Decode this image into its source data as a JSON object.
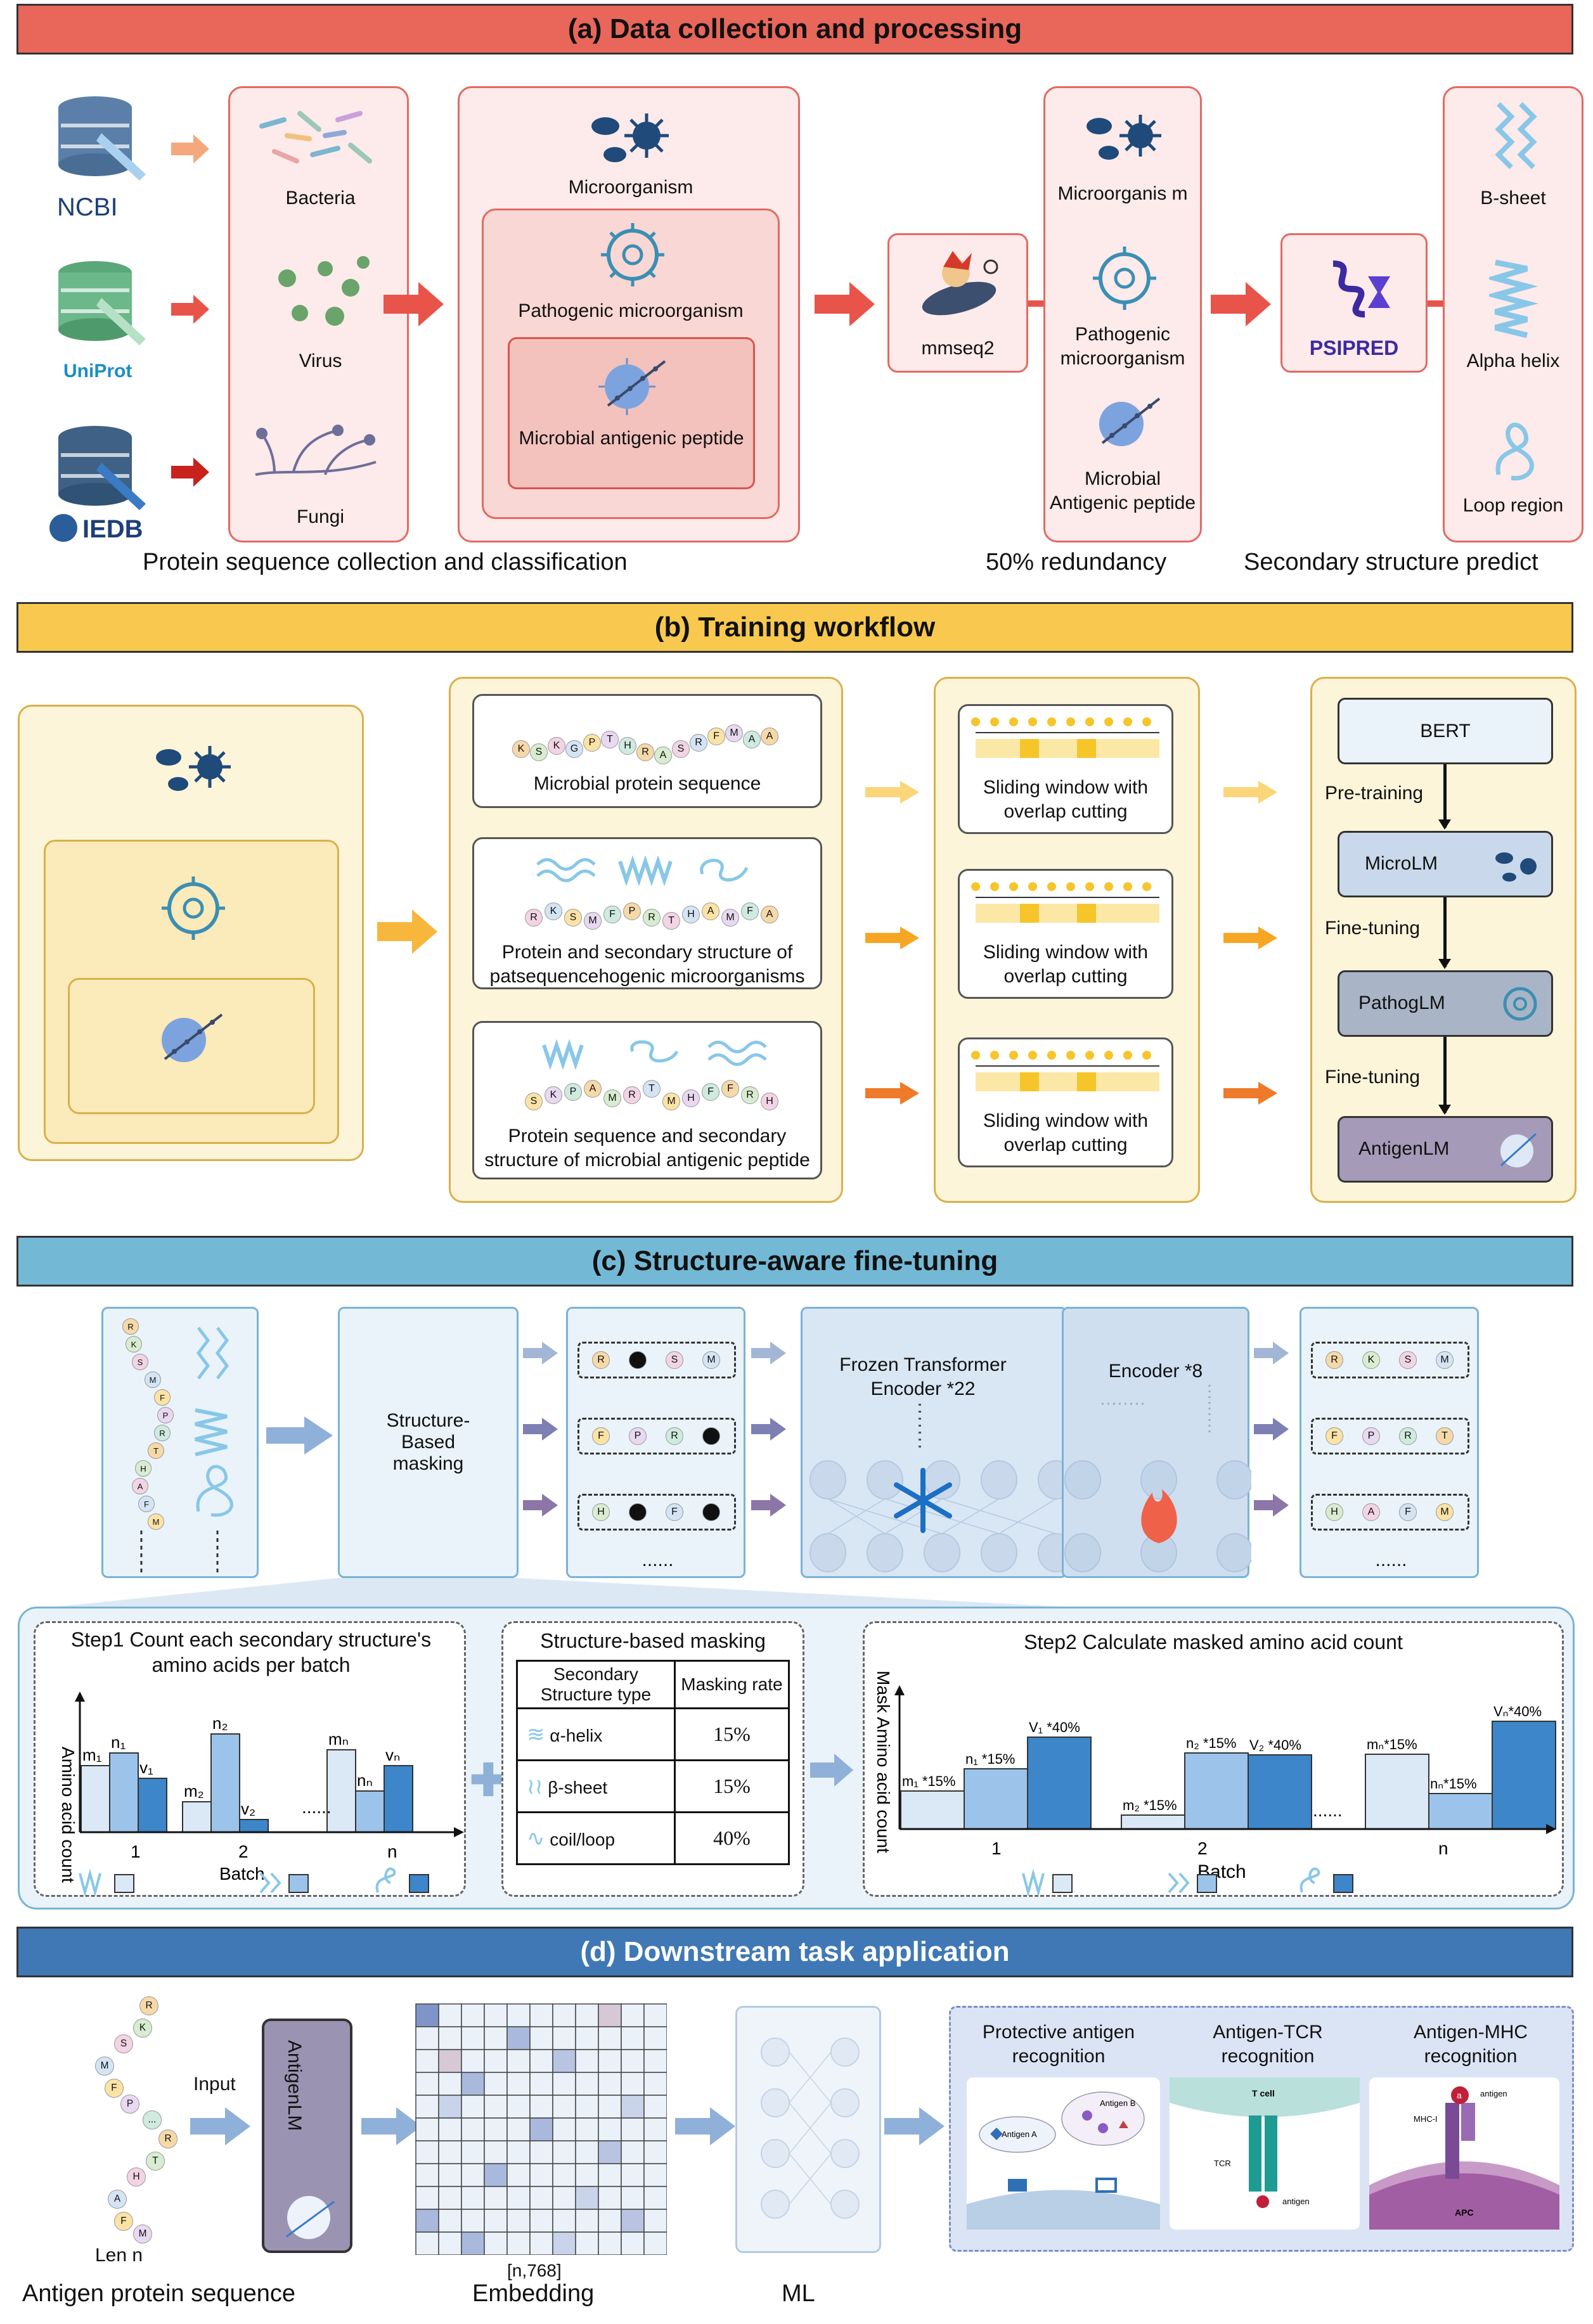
{
  "panel_a": {
    "title": "(a) Data collection and processing",
    "databases": [
      "NCBI",
      "UniProt",
      "IEDB"
    ],
    "sources": [
      "Bacteria",
      "Virus",
      "Fungi"
    ],
    "hierarchy": [
      "Microorganism",
      "Pathogenic microorganism",
      "Microbial antigenic peptide"
    ],
    "tool": "mmseq2",
    "redundant": [
      "Microorganis m",
      "Pathogenic microorganism",
      "Microbial Antigenic peptide"
    ],
    "psipred": "PSIPRED",
    "structures": [
      "B-sheet",
      "Alpha helix",
      "Loop region"
    ],
    "caption_collect": "Protein sequence collection and classification",
    "caption_redundancy": "50% redundancy",
    "caption_ss": "Secondary structure predict"
  },
  "panel_b": {
    "title": "(b) Training workflow",
    "seq_boxes": [
      "Microbial protein sequence",
      "Protein and secondary structure of patsequencehogenic microorganisms",
      "Protein sequence and secondary structure of microbial antigenic peptide"
    ],
    "seq1_letters": [
      "K",
      "S",
      "K",
      "G",
      "P",
      "T",
      "H",
      "R",
      "A",
      "S",
      "R",
      "F",
      "M",
      "A",
      "A"
    ],
    "seq2_letters": [
      "R",
      "K",
      "S",
      "M",
      "F",
      "P",
      "R",
      "T",
      "H",
      "A",
      "M",
      "F",
      "A"
    ],
    "seq3_letters": [
      "S",
      "K",
      "P",
      "A",
      "M",
      "R",
      "T",
      "M",
      "H",
      "F",
      "F",
      "R",
      "H"
    ],
    "window_label": "Sliding window with overlap cutting",
    "models": [
      "BERT",
      "MicroLM",
      "PathogLM",
      "AntigenLM"
    ],
    "steps": [
      "Pre-training",
      "Fine-tuning",
      "Fine-tuning"
    ]
  },
  "panel_c": {
    "title": "(c) Structure-aware fine-tuning",
    "left_seq": [
      "R",
      "K",
      "S",
      "M",
      "F",
      "P",
      "R",
      "T",
      "H",
      "A",
      "F",
      "M"
    ],
    "masking_label": "Structure-Based masking",
    "masked_rows": [
      [
        "R",
        "●",
        "S",
        "M"
      ],
      [
        "F",
        "P",
        "R",
        "●"
      ],
      [
        "H",
        "●",
        "F",
        "●"
      ]
    ],
    "ellipsis": "......",
    "frozen_label": "Frozen Transformer Encoder *22",
    "encoder_label": "Encoder *8",
    "output_rows": [
      [
        "R",
        "K",
        "S",
        "M"
      ],
      [
        "F",
        "P",
        "R",
        "T"
      ],
      [
        "H",
        "A",
        "F",
        "M"
      ]
    ],
    "step1_title": "Step1 Count each secondary structure's amino acids per batch",
    "step1_ylabel": "Amino acid count",
    "step1_xlabel": "Batch",
    "step1_labels": [
      "m₁",
      "n₁",
      "v₁",
      "m₂",
      "n₂",
      "v₂",
      "mₙ",
      "nₙ",
      "vₙ"
    ],
    "batch_ticks": [
      "1",
      "2",
      "n"
    ],
    "dots": "......",
    "table_title": "Structure-based masking",
    "table_headers": [
      "Secondary Structure type",
      "Masking rate"
    ],
    "table_rows": [
      {
        "type": "α-helix",
        "rate": "15%"
      },
      {
        "type": "β-sheet",
        "rate": "15%"
      },
      {
        "type": "coil/loop",
        "rate": "40%"
      }
    ],
    "step2_title": "Step2 Calculate masked amino acid count",
    "step2_ylabel": "Mask Amino acid count",
    "step2_labels": [
      "m₁ *15%",
      "n₁ *15%",
      "V₁ *40%",
      "m₂ *15%",
      "n₂ *15%",
      "V₂ *40%",
      "mₙ*15%",
      "nₙ*15%",
      "Vₙ*40%"
    ]
  },
  "panel_d": {
    "title": "(d) Downstream task application",
    "seq_letters": [
      "R",
      "K",
      "S",
      "M",
      "F",
      "P",
      "...",
      "R",
      "T",
      "H",
      "A",
      "F",
      "M"
    ],
    "len_label": "Len n",
    "input_label": "Input",
    "model_label": "AntigenLM",
    "dim_label": "[n,768]",
    "captions": [
      "Antigen protein sequence",
      "Embedding",
      "ML"
    ],
    "tasks": [
      "Protective antigen recognition",
      "Antigen-TCR recognition",
      "Antigen-MHC recognition"
    ],
    "mini_labels": {
      "antigen_a": "Antigen A",
      "antigen_b": "Antigen B",
      "tcell": "T cell",
      "tcr": "TCR",
      "antigen": "antigen",
      "mhc": "MHC-I",
      "apc": "APC",
      "a": "a"
    }
  },
  "colors": {
    "header_a": "#e8665a",
    "header_b": "#f8c94e",
    "header_c": "#73b9d6",
    "header_d": "#3f78b5",
    "arrow_red": "#e8544a",
    "arrow_yellow": "#f6b73c",
    "arrow_blue": "#8fb0d8",
    "bar_light": "#dbe9f7",
    "bar_mid": "#9cc4ea",
    "bar_dark": "#3d86c9"
  }
}
